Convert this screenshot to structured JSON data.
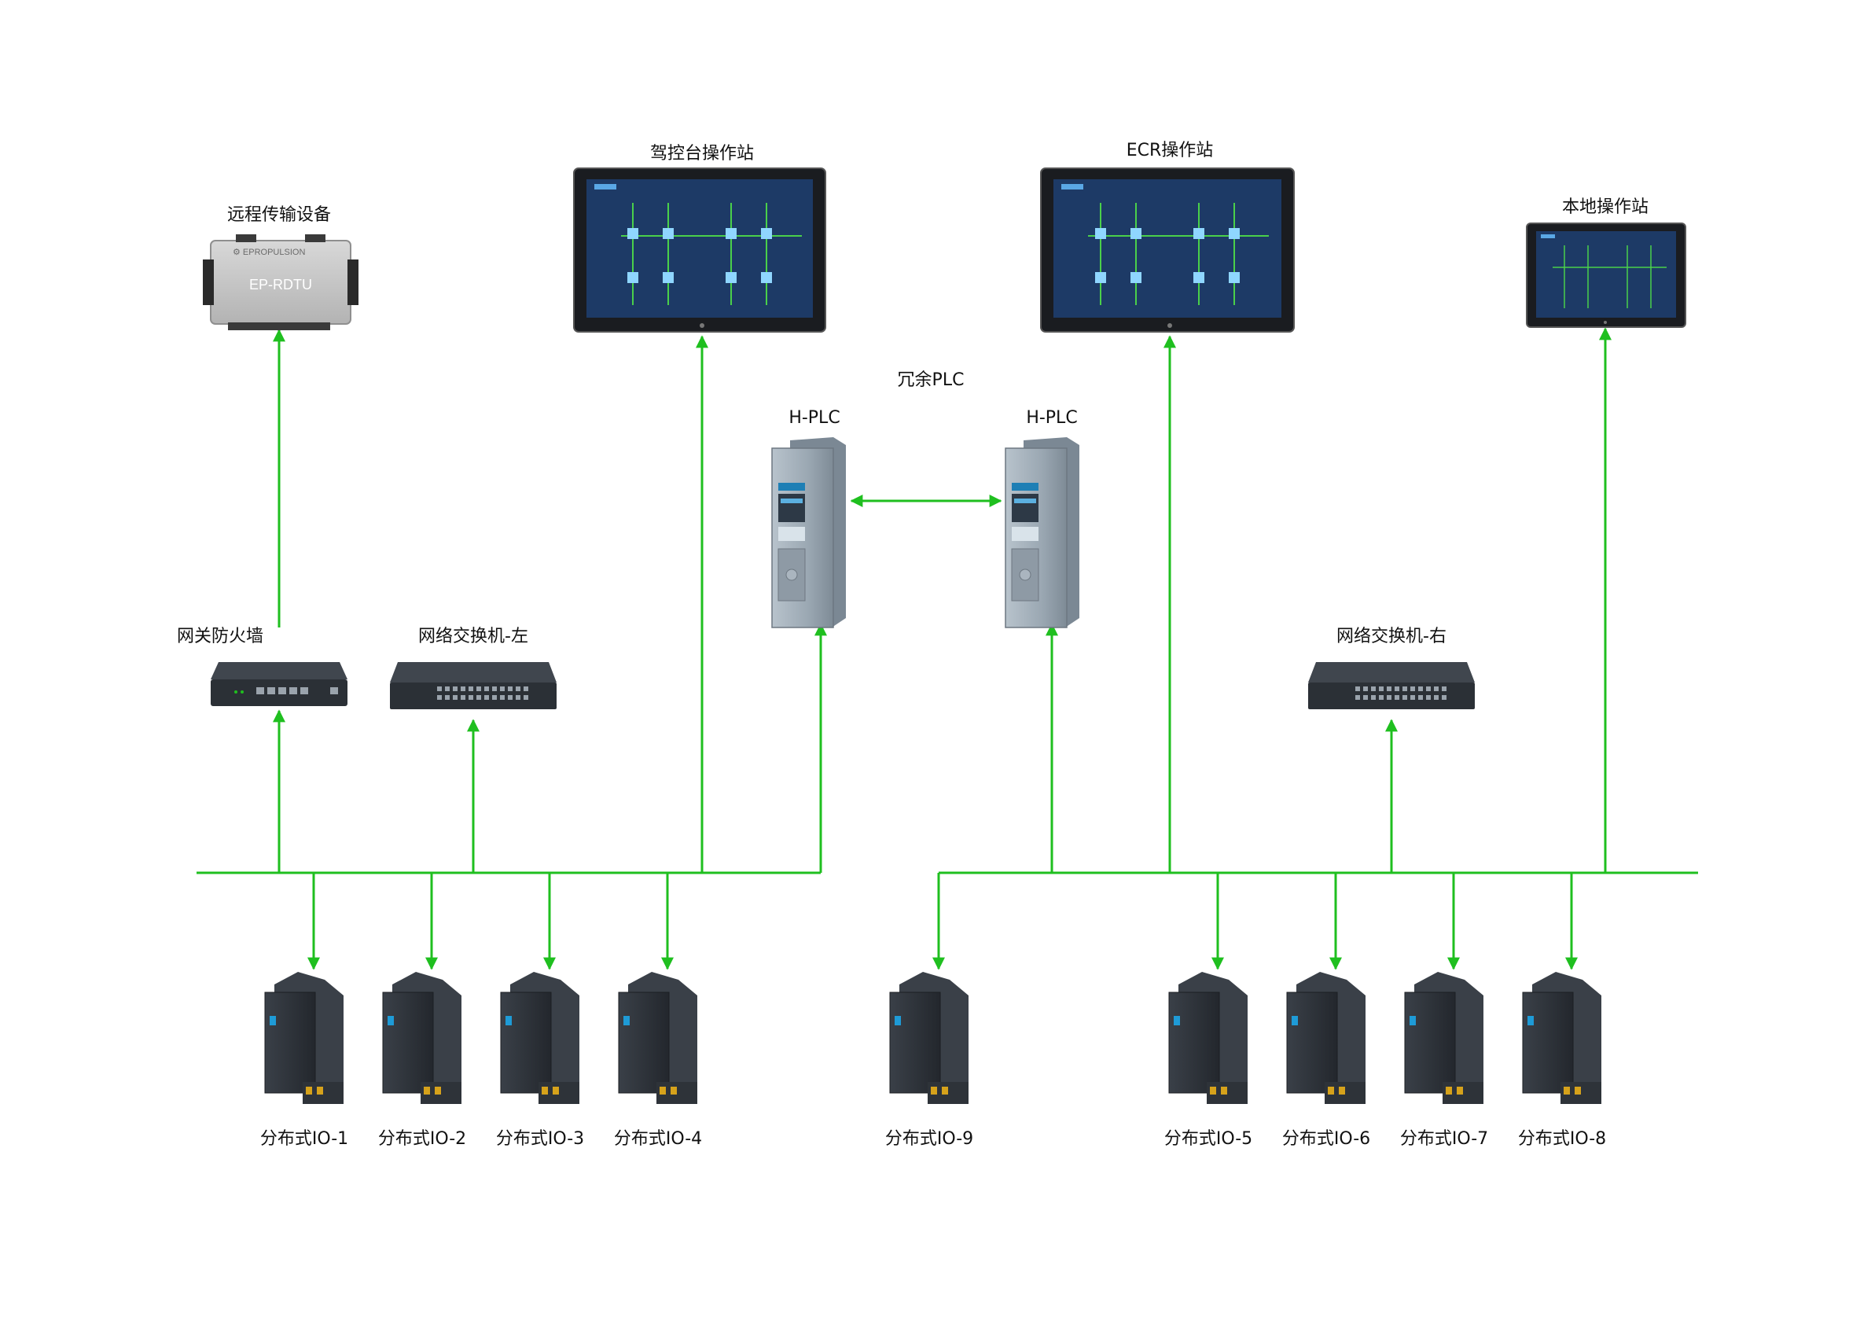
{
  "labels": {
    "remote": "远程传输设备",
    "rdtu_model": "EP-RDTU",
    "bridge": "驾控台操作站",
    "ecr": "ECR操作站",
    "local": "本地操作站",
    "redundant_plc": "冗余PLC",
    "hplc_left": "H-PLC",
    "hplc_right": "H-PLC",
    "firewall": "网关防火墙",
    "switch_left": "网络交换机-左",
    "switch_right": "网络交换机-右",
    "io": [
      "分布式IO-1",
      "分布式IO-2",
      "分布式IO-3",
      "分布式IO-4",
      "分布式IO-9",
      "分布式IO-5",
      "分布式IO-6",
      "分布式IO-7",
      "分布式IO-8"
    ]
  },
  "colors": {
    "link": "#1fbf1f",
    "device_dark": "#2b3036",
    "hmi_screen": "#1d3a66",
    "plc_body": "#a7b3bd",
    "rdtu_body": "#c9c9c9"
  },
  "icons": {
    "remote": "rdtu-box-icon",
    "workstation": "hmi-panel-icon",
    "plc": "plc-cpu-icon",
    "firewall": "router-icon",
    "switch": "switch-icon",
    "io": "io-module-icon"
  }
}
